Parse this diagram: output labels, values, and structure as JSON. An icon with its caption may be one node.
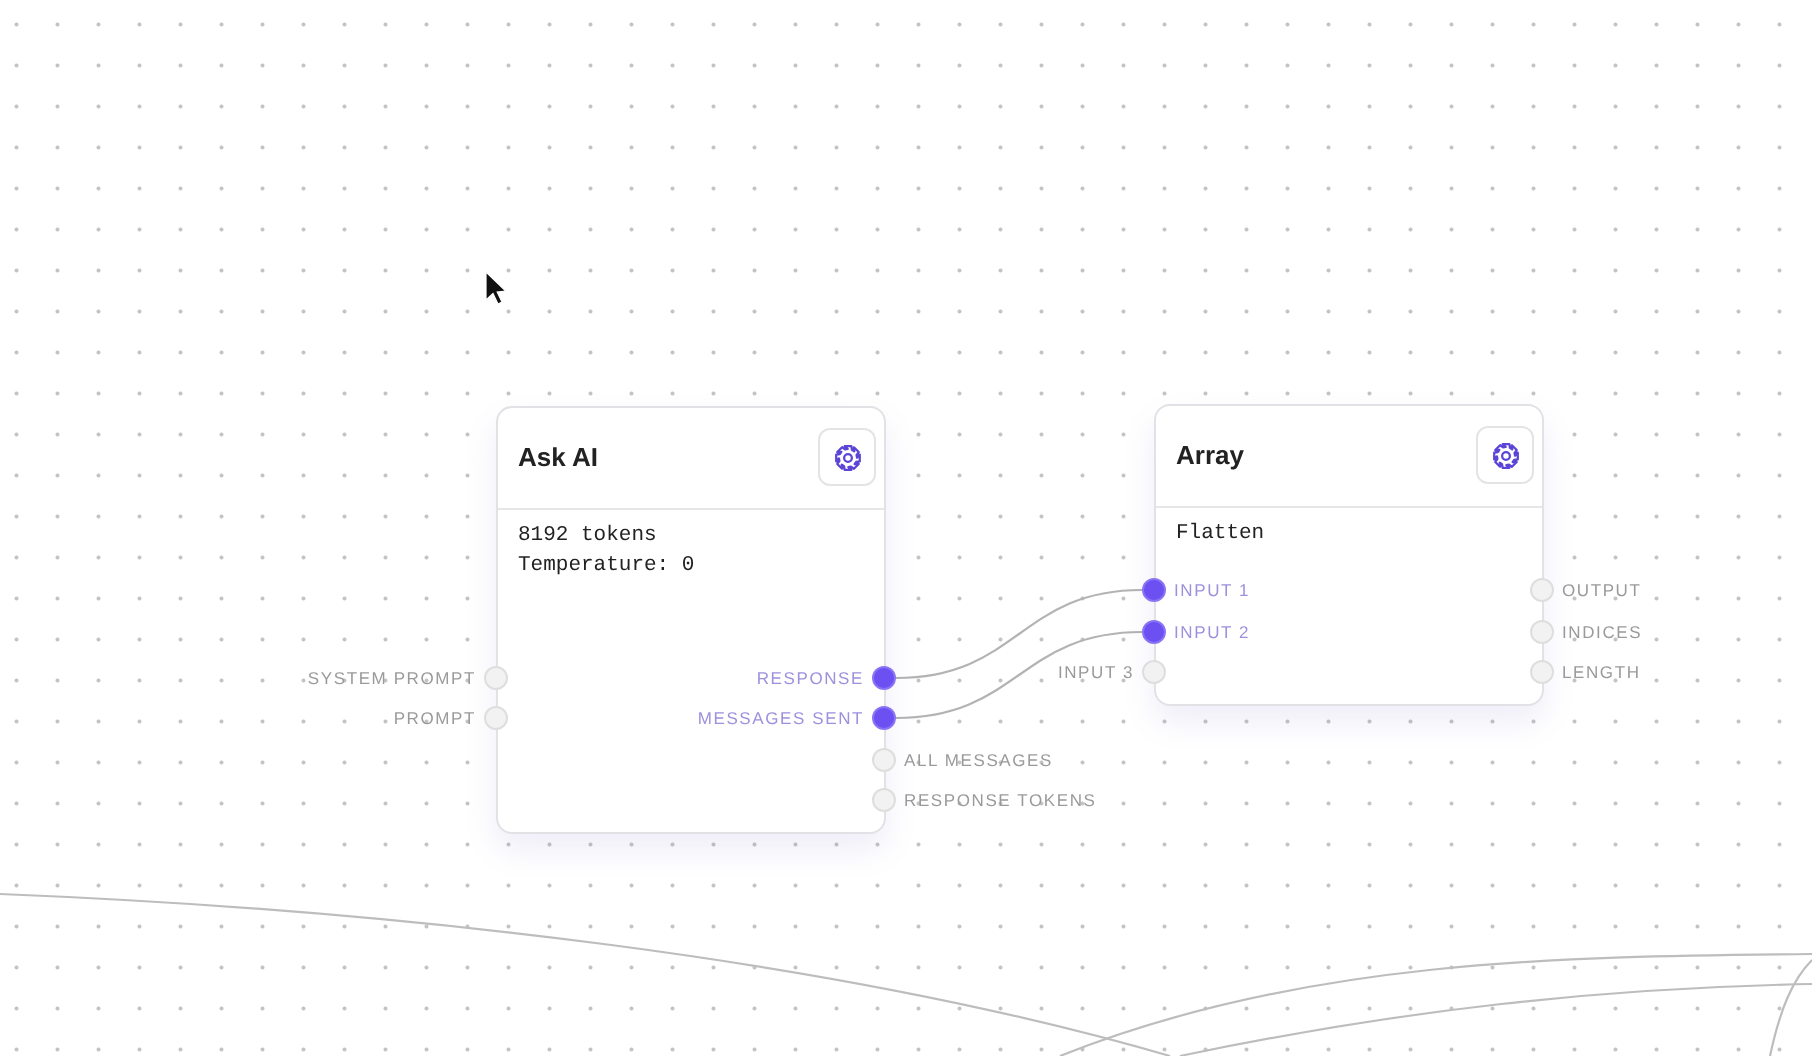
{
  "diagram": {
    "nodes": [
      {
        "text": [
          "Ask AI",
          "8192 tokens",
          "Temperature: 0"
        ]
      },
      {
        "text": [
          "SYSTEM PROMPT"
        ],
        "in": 0
      },
      {
        "text": [
          "PROMPT"
        ],
        "in": 0
      },
      {
        "text": [
          "RESPONSE"
        ],
        "in": 0
      },
      {
        "text": [
          "MESSAGES SENT"
        ],
        "in": 0
      },
      {
        "text": [
          "ALL MESSAGES"
        ],
        "in": 0
      },
      {
        "text": [
          "RESPONSE TOKENS"
        ],
        "in": 0
      },
      {
        "text": [
          "Array",
          "Flatten"
        ]
      },
      {
        "text": [
          "INPUT 1"
        ],
        "in": 7
      },
      {
        "text": [
          "INPUT 2"
        ],
        "in": 7
      },
      {
        "text": [
          "INPUT 3"
        ],
        "in": 7
      },
      {
        "text": [
          "OUTPUT"
        ],
        "in": 7
      },
      {
        "text": [
          "INDICES"
        ],
        "in": 7
      },
      {
        "text": [
          "LENGTH"
        ],
        "in": 7
      }
    ],
    "edges": [
      {
        "from": 3,
        "to": 8,
        "arrow": "none"
      },
      {
        "from": 4,
        "to": 9,
        "arrow": "none"
      }
    ]
  }
}
